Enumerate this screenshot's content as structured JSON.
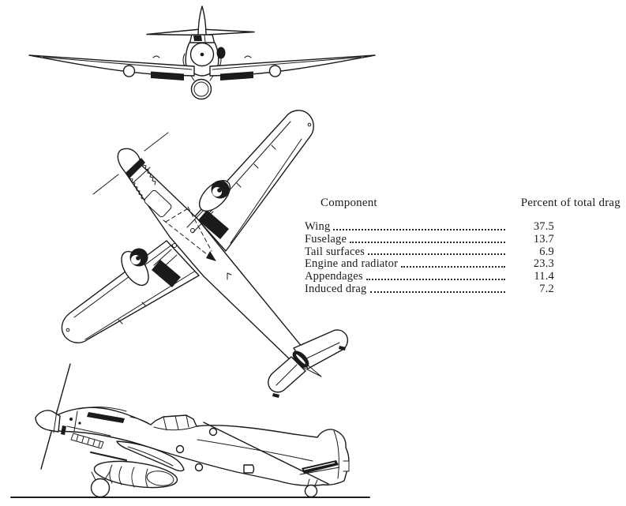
{
  "table": {
    "header": {
      "component": "Component",
      "percent": "Percent of total drag"
    },
    "rows": [
      {
        "label": "Wing",
        "value": "37.5"
      },
      {
        "label": "Fuselage",
        "value": "13.7"
      },
      {
        "label": "Tail surfaces",
        "value": "6.9"
      },
      {
        "label": "Engine and radiator",
        "value": "23.3"
      },
      {
        "label": "Appendages",
        "value": "11.4"
      },
      {
        "label": "Induced drag",
        "value": "7.2"
      }
    ]
  },
  "figures": {
    "front_view": "aircraft-front-view",
    "plan_view": "aircraft-plan-view",
    "side_view": "aircraft-side-view"
  },
  "colors": {
    "ink": "#1b1b1b",
    "paper": "#ffffff"
  }
}
